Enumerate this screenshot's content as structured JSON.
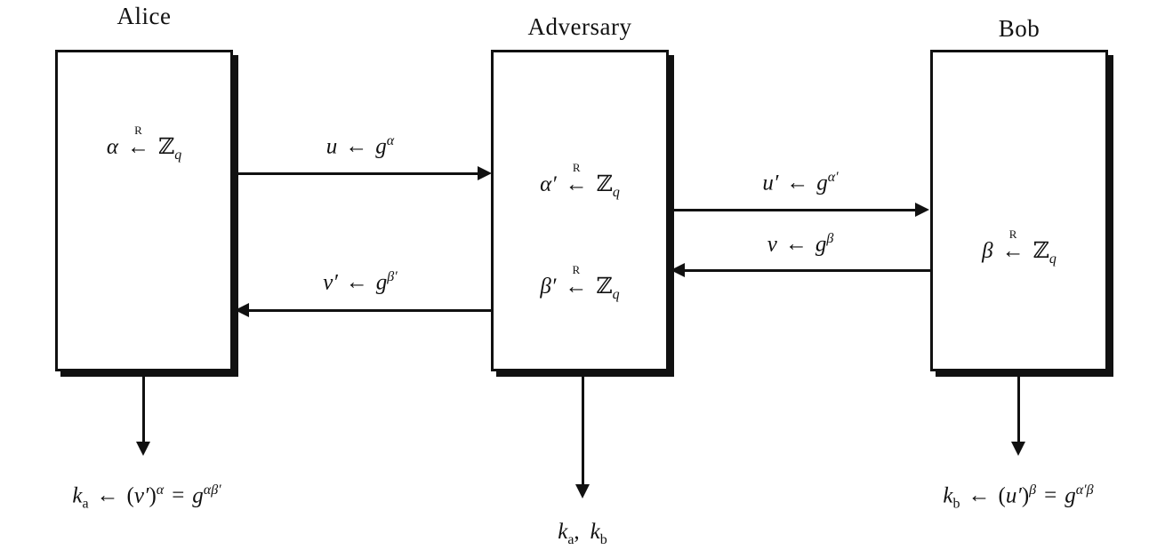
{
  "titles": {
    "alice": "Alice",
    "adversary": "Adversary",
    "bob": "Bob"
  },
  "samples": {
    "alice": {
      "lhs": "α",
      "r": "R",
      "arrow": "←",
      "set": "ℤ",
      "sub": "q"
    },
    "adversary_alpha": {
      "lhs": "α′",
      "r": "R",
      "arrow": "←",
      "set": "ℤ",
      "sub": "q"
    },
    "adversary_beta": {
      "lhs": "β′",
      "r": "R",
      "arrow": "←",
      "set": "ℤ",
      "sub": "q"
    },
    "bob": {
      "lhs": "β",
      "r": "R",
      "arrow": "←",
      "set": "ℤ",
      "sub": "q"
    }
  },
  "messages": {
    "u": {
      "lhs": "u",
      "arrow": "←",
      "base": "g",
      "sup": "α"
    },
    "u_prime": {
      "lhs": "u′",
      "arrow": "←",
      "base": "g",
      "sup": "α′"
    },
    "v": {
      "lhs": "v",
      "arrow": "←",
      "base": "g",
      "sup": "β"
    },
    "v_prime": {
      "lhs": "v′",
      "arrow": "←",
      "base": "g",
      "sup": "β′"
    }
  },
  "outputs": {
    "alice": {
      "k": "k",
      "ksub": "a",
      "arrow": "←",
      "open": "(",
      "var": "v′",
      "close": ")",
      "sup1": "α",
      "eq": "=",
      "base": "g",
      "sup2": "αβ′"
    },
    "adversary": {
      "k1": "k",
      "k1sub": "a",
      "sep": ",",
      "k2": "k",
      "k2sub": "b"
    },
    "bob": {
      "k": "k",
      "ksub": "b",
      "arrow": "←",
      "open": "(",
      "var": "u′",
      "close": ")",
      "sup1": "β",
      "eq": "=",
      "base": "g",
      "sup2": "α′β"
    }
  },
  "colors": {
    "ink": "#111111",
    "background": "#ffffff"
  }
}
